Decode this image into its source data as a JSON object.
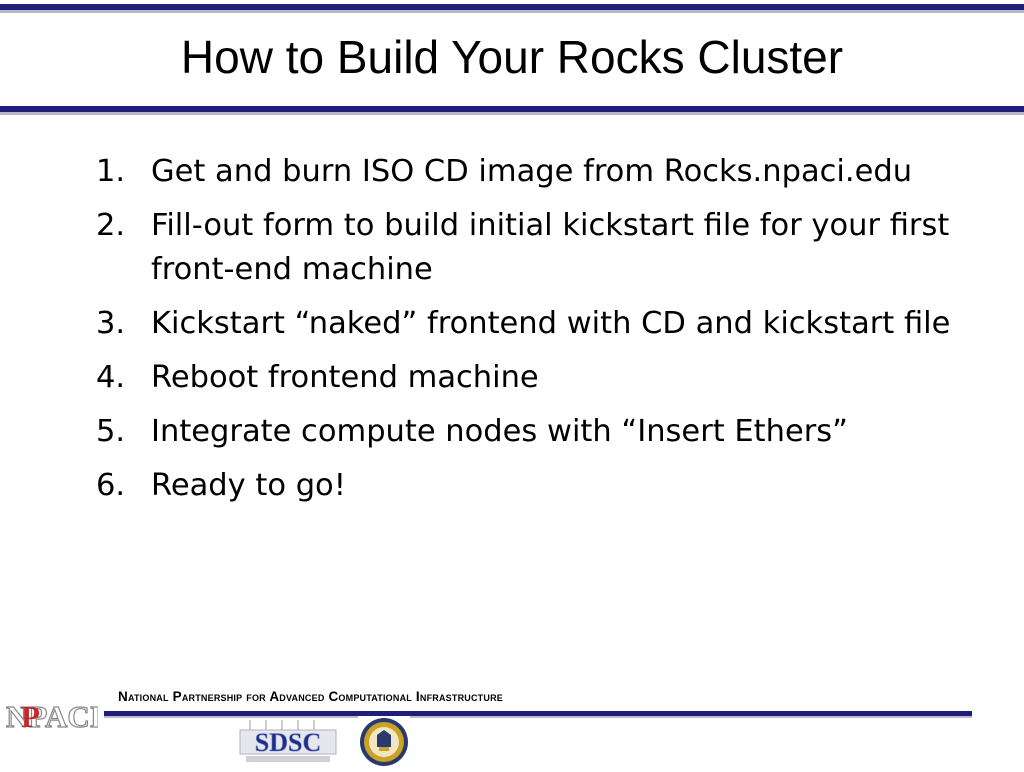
{
  "slide": {
    "title": "How to Build Your Rocks Cluster",
    "steps": [
      {
        "num": "1.",
        "text": "Get and burn ISO CD image from Rocks.npaci.edu"
      },
      {
        "num": "2.",
        "text": "Fill-out form to build initial kickstart file for your first front-end machine"
      },
      {
        "num": "3.",
        "text": "Kickstart “naked” frontend with CD and kickstart file"
      },
      {
        "num": "4.",
        "text": "Reboot frontend machine"
      },
      {
        "num": "5.",
        "text": "Integrate compute nodes with “Insert Ethers”"
      },
      {
        "num": "6.",
        "text": "Ready to go!"
      }
    ]
  },
  "footer": {
    "label": "National Partnership for Advanced Computational Infrastructure",
    "logos": {
      "npaci": "NPACI",
      "sdsc": "SDSC",
      "seal": "university-seal-icon"
    }
  },
  "colors": {
    "rule": "#1f1f7a",
    "rule_shadow": "#b9b9c9",
    "npaci_red": "#c42a2a",
    "sdsc_blue": "#1a2f8c",
    "seal_gold": "#c9a227"
  }
}
